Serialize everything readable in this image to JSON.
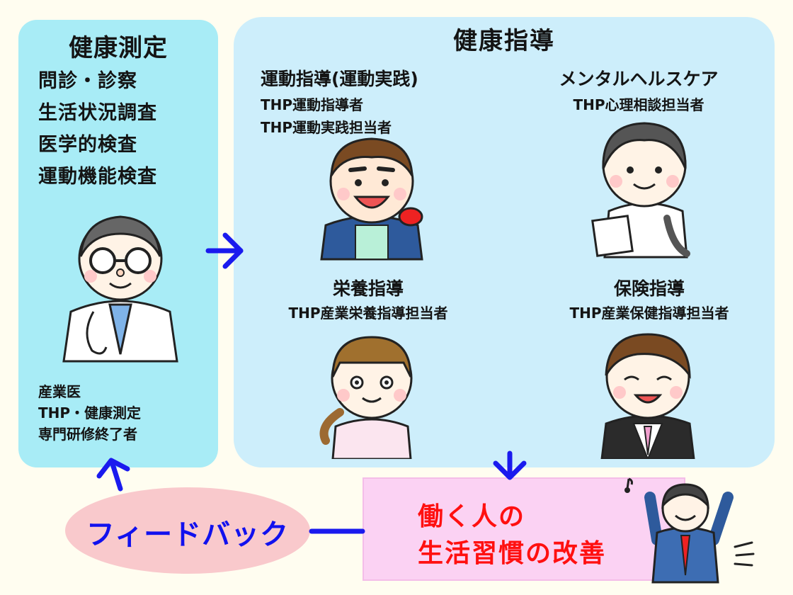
{
  "health_measurement": {
    "title": "健康測定",
    "items": [
      "問診・診察",
      "生活状況調査",
      "医学的検査",
      "運動機能検査"
    ],
    "staff": [
      "産業医",
      "THP・健康測定",
      "専門研修終了者"
    ]
  },
  "health_guidance": {
    "title": "健康指導",
    "exercise": {
      "title": "運動指導(運動実践)",
      "staff": [
        "THP運動指導者",
        "THP運動実践担当者"
      ]
    },
    "mental": {
      "title": "メンタルヘルスケア",
      "staff": [
        "THP心理相談担当者"
      ]
    },
    "nutrition": {
      "title": "栄養指導",
      "staff": [
        "THP産業栄養指導担当者"
      ]
    },
    "health_care": {
      "title": "保険指導",
      "staff": [
        "THP産業保健指導担当者"
      ]
    }
  },
  "result": {
    "line1": "働く人の",
    "line2": "生活習慣の改善"
  },
  "feedback": {
    "label": "フィードバック"
  },
  "colors": {
    "left_panel": "#a8ecf6",
    "right_panel": "#cdeefb",
    "result_box": "#fbd2f3",
    "feedback_ellipse": "#f9c9cc",
    "arrow": "#1a1aee",
    "result_text": "#ff1010",
    "feedback_text": "#1111ee"
  }
}
